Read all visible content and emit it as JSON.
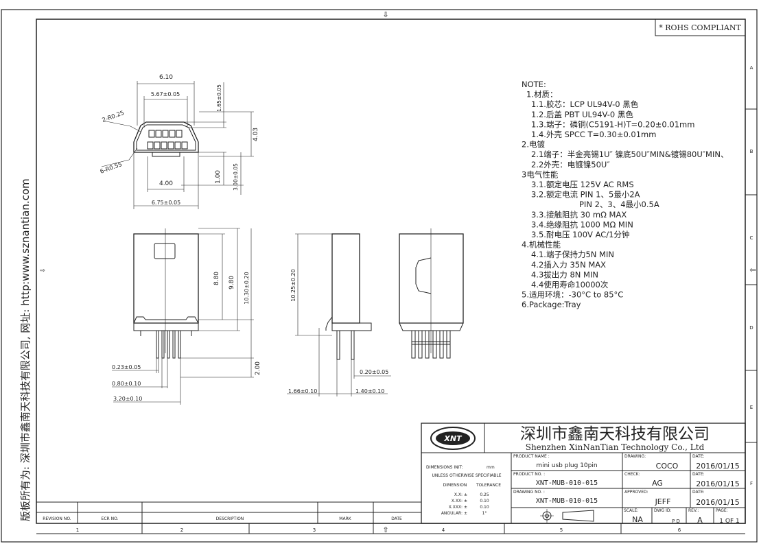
{
  "watermark": {
    "left_text": "版板所有为: 深圳市鑫南天科技有限公司, 网址: ",
    "url": "http:www.sznantian.com"
  },
  "rohs": "* ROHS COMPLIANT",
  "border": {
    "rows": [
      "A",
      "B",
      "C",
      "D",
      "E",
      "F"
    ],
    "cols": [
      "1",
      "2",
      "3",
      "4",
      "5",
      "6"
    ]
  },
  "dims_front": {
    "w610": "6.10",
    "w567": "5.67±0.05",
    "h165": "1.65±0.05",
    "h403": "4.03",
    "r025": "2-R0.25",
    "r055": "6-R0.55",
    "w400": "4.00",
    "h100": "1.00",
    "h300": "3.00±0.05",
    "w675": "6.75±0.05"
  },
  "dims_bottom": {
    "h880": "8.80",
    "h980": "9.80",
    "h1030": "10.30±0.20",
    "h1025": "10.25±0.20",
    "h200": "2.00",
    "w023": "0.23±0.05",
    "w080": "0.80±0.10",
    "w320": "3.20±0.10",
    "w020": "0.20±0.05",
    "w166": "1.66±0.10",
    "w140": "1.40±0.10"
  },
  "notes": [
    "NOTE:",
    "  1.材质：",
    "    1.1.胶芯：LCP  UL94V-0    黑色",
    "    1.2.后盖  PBT  UL94V-0    黑色",
    "    1.3.端子：磷铜(C5191-H)T=0.20±0.01mm",
    "    1.4.外壳  SPCC  T=0.30±0.01mm",
    "2.电镀",
    "    2.1端子：半金亮锡1U″  镍底50U″MIN&镀锡80U″MIN、",
    "    2.2外壳：电镀镍50U″",
    "3电气性能",
    "    3.1.额定电压  125V  AC  RMS",
    "    3.2.额定电流  PIN  1、5最小2A",
    "                        PIN  2、3、4最小0.5A",
    "    3.3.接触阻抗  30  mΩ  MAX",
    "    3.4.绝缘阻抗  1000  MΩ  MIN",
    "    3.5.耐电压  100V  AC/1分钟",
    "4.机械性能",
    "    4.1.端子保持力5N  MIN",
    "    4.2插入力  35N  MAX",
    "    4.3拔出力  8N  MIN",
    "    4.4使用寿命10000次",
    "5.适用环境：-30°C  to  85°C",
    "6.Package:Tray"
  ],
  "title_block": {
    "logo": "XNT",
    "company_cn": "深圳市鑫南天科技有限公司",
    "company_en": "Shenzhen XinNanTian Technology Co., Ltd",
    "dimensions_unit_label": "DIMENSIONS INIT:",
    "dimensions_unit": "mm",
    "unless": "UNLESS OTHERWISE SPECIFIABLE",
    "dimension_hdr": "DIMENSION",
    "tolerance_hdr": "TOLERANCE",
    "tolerances": [
      {
        "d": "X.X:  ±",
        "t": "0.25"
      },
      {
        "d": "X.XX:  ±",
        "t": "0.10"
      },
      {
        "d": "X.XXX:  ±",
        "t": "0.10"
      },
      {
        "d": "ANGULAR:  ±",
        "t": "1°"
      }
    ],
    "product_name_label": "PRODUCT NAME :",
    "product_name": "mini  usb  plug  10pin",
    "product_no_label": "PRODUCT NO. :",
    "product_no": "XNT-MUB-010-015",
    "drawing_no_label": "DRAWING NO. :",
    "drawing_no": "XNT-MUB-010-015",
    "drawing_label": "DRAWING:",
    "drawing_by": "COCO",
    "check_label": "CHECK:",
    "check_by": "AG",
    "approved_label": "APPROVED:",
    "approved_by": "JEFF",
    "date_label": "DATE:",
    "date1": "2016/01/15",
    "date2": "2016/01/15",
    "date3": "2016/01/15",
    "scale_label": "SCALE:",
    "scale": "NA",
    "dwg_id_label": "DWG ID:",
    "dwg_id": "P D",
    "rev_label": "REV.:",
    "rev": "A",
    "page_label": "PAGE:",
    "page": "1 OF 1"
  },
  "revision_table": {
    "revision_no": "REVISION NO.",
    "ecr_no": "ECR NO.",
    "description": "DESCRIPTION",
    "mark": "MARK",
    "date": "DATE"
  }
}
